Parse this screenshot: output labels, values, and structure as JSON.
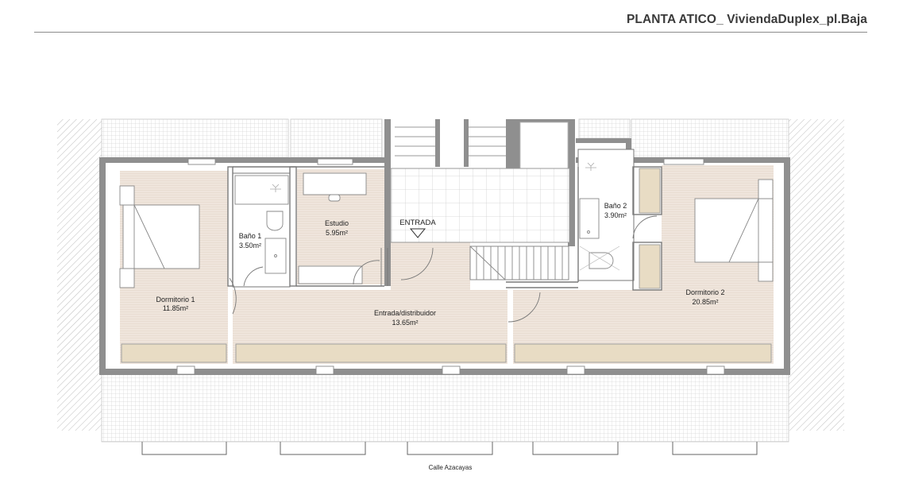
{
  "header": {
    "title": "PLANTA ATICO_ ViviendaDuplex_pl.Baja"
  },
  "rooms": [
    {
      "id": "dormitorio1",
      "name": "Dormitorio 1",
      "area": "11.85m²"
    },
    {
      "id": "bano1",
      "name": "Baño 1",
      "area": "3.50m²"
    },
    {
      "id": "estudio",
      "name": "Estudio",
      "area": "5.95m²"
    },
    {
      "id": "distribuidor",
      "name": "Entrada/distribuidor",
      "area": "13.65m²"
    },
    {
      "id": "bano2",
      "name": "Baño 2",
      "area": "3.90m²"
    },
    {
      "id": "dormitorio2",
      "name": "Dormitorio 2",
      "area": "20.85m²"
    }
  ],
  "entrance": {
    "label": "ENTRADA"
  },
  "street": {
    "label": "Calle Azacayas"
  },
  "colors": {
    "wall": "#8f8f8f",
    "room_floor": "#efe5dc",
    "built_in": "#e8dcc4",
    "wet_floor": "#ffffff",
    "terrace_pattern": "#cfcfcf",
    "line": "#555555"
  }
}
